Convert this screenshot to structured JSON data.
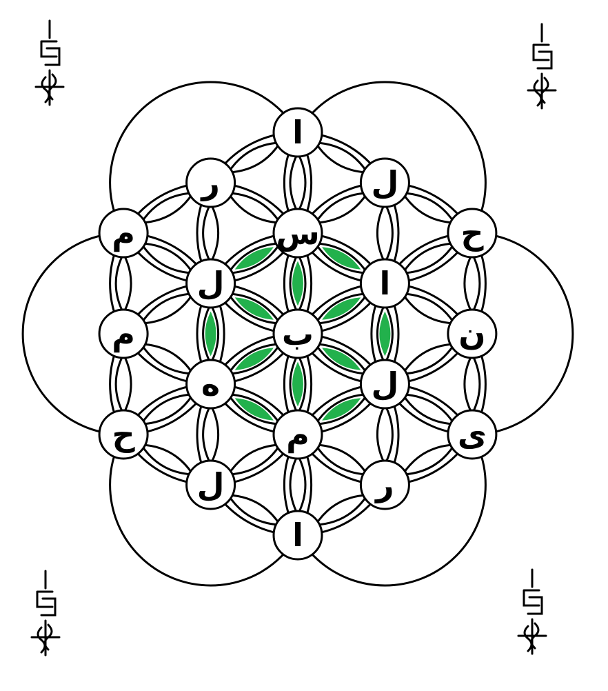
{
  "diagram": {
    "style": {
      "stroke_color": "#000000",
      "fill_color": "#ffffff",
      "highlight_color": "#22b14c"
    },
    "nodes": [
      {
        "id": "center",
        "letter": "ب"
      },
      {
        "id": "inner-1",
        "letter": "س"
      },
      {
        "id": "inner-2",
        "letter": "ا"
      },
      {
        "id": "inner-3",
        "letter": "ل"
      },
      {
        "id": "inner-4",
        "letter": "م"
      },
      {
        "id": "inner-5",
        "letter": "ه"
      },
      {
        "id": "inner-6",
        "letter": "ل"
      },
      {
        "id": "outer-1",
        "letter": "ا"
      },
      {
        "id": "outer-2",
        "letter": "ل"
      },
      {
        "id": "outer-3",
        "letter": "ح"
      },
      {
        "id": "outer-4",
        "letter": "ن"
      },
      {
        "id": "outer-5",
        "letter": "ی"
      },
      {
        "id": "outer-6",
        "letter": "ر"
      },
      {
        "id": "outer-7",
        "letter": "ا"
      },
      {
        "id": "outer-8",
        "letter": "ل"
      },
      {
        "id": "outer-9",
        "letter": "ح"
      },
      {
        "id": "outer-10",
        "letter": "م"
      },
      {
        "id": "outer-11",
        "letter": "م"
      },
      {
        "id": "outer-12",
        "letter": "ر"
      }
    ],
    "corner_marks": [
      {
        "id": "top-left",
        "icon": "talisman-glyph-icon"
      },
      {
        "id": "top-right",
        "icon": "talisman-glyph-icon"
      },
      {
        "id": "bottom-left",
        "icon": "talisman-glyph-icon"
      },
      {
        "id": "bottom-right",
        "icon": "talisman-glyph-icon"
      }
    ]
  }
}
